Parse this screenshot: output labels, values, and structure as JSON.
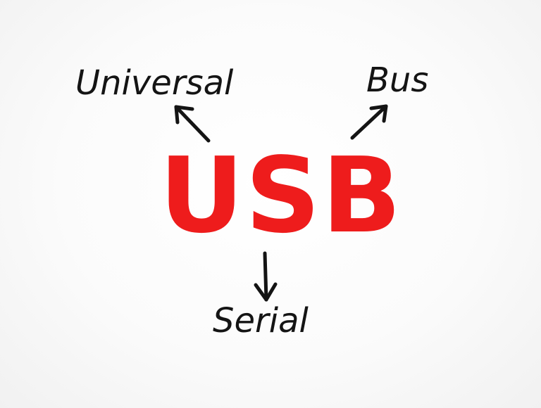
{
  "diagram": {
    "center": {
      "text": "USB",
      "color": "#ee1c1c"
    },
    "branches": [
      {
        "text": "Universal"
      },
      {
        "text": "Bus"
      },
      {
        "text": "Serial"
      }
    ],
    "text_color": "#141414",
    "arrow_color": "#141414"
  }
}
